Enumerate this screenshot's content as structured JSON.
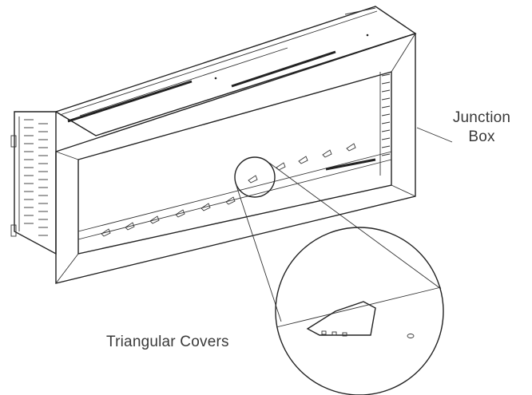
{
  "labels": {
    "junction_line1": "Junction",
    "junction_line2": "Box",
    "triangular_covers": "Triangular Covers"
  },
  "colors": {
    "line": "#222222",
    "label_text": "#3a3a3a",
    "background": "#ffffff"
  }
}
